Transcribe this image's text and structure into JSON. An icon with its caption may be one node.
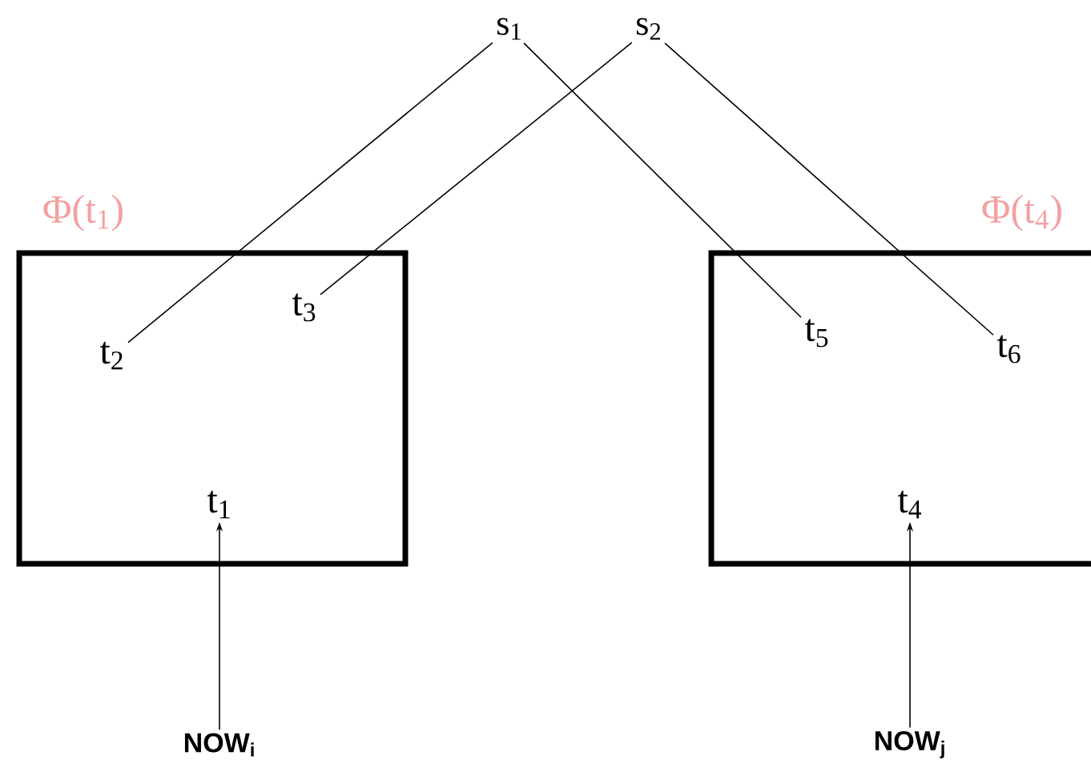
{
  "diagram": {
    "nodes": [
      {
        "text": [
          "s$_{1}$"
        ]
      },
      {
        "text": [
          "s$_{2}$"
        ]
      },
      {
        "text": [
          "Φ(t$_{1}$)"
        ]
      },
      {
        "text": [
          "t$_{2}$"
        ],
        "in": 2
      },
      {
        "text": [
          "t$_{3}$"
        ],
        "in": 2
      },
      {
        "text": [
          "t$_{1}$"
        ],
        "in": 2
      },
      {
        "text": [
          "Φ(t$_{4}$)"
        ]
      },
      {
        "text": [
          "t$_{5}$"
        ],
        "in": 6
      },
      {
        "text": [
          "t$_{6}$"
        ],
        "in": 6
      },
      {
        "text": [
          "t$_{4}$"
        ],
        "in": 6
      },
      {
        "text": [
          "NOW$_{i}$"
        ]
      },
      {
        "text": [
          "NOW$_{j}$"
        ]
      }
    ],
    "edges": [
      {
        "from": 0,
        "to": 3,
        "arrow": "none"
      },
      {
        "from": 0,
        "to": 7,
        "arrow": "none"
      },
      {
        "from": 1,
        "to": 4,
        "arrow": "none"
      },
      {
        "from": 1,
        "to": 8,
        "arrow": "none"
      },
      {
        "from": 10,
        "to": 5,
        "arrow": "to"
      },
      {
        "from": 11,
        "to": 9,
        "arrow": "to"
      }
    ]
  }
}
